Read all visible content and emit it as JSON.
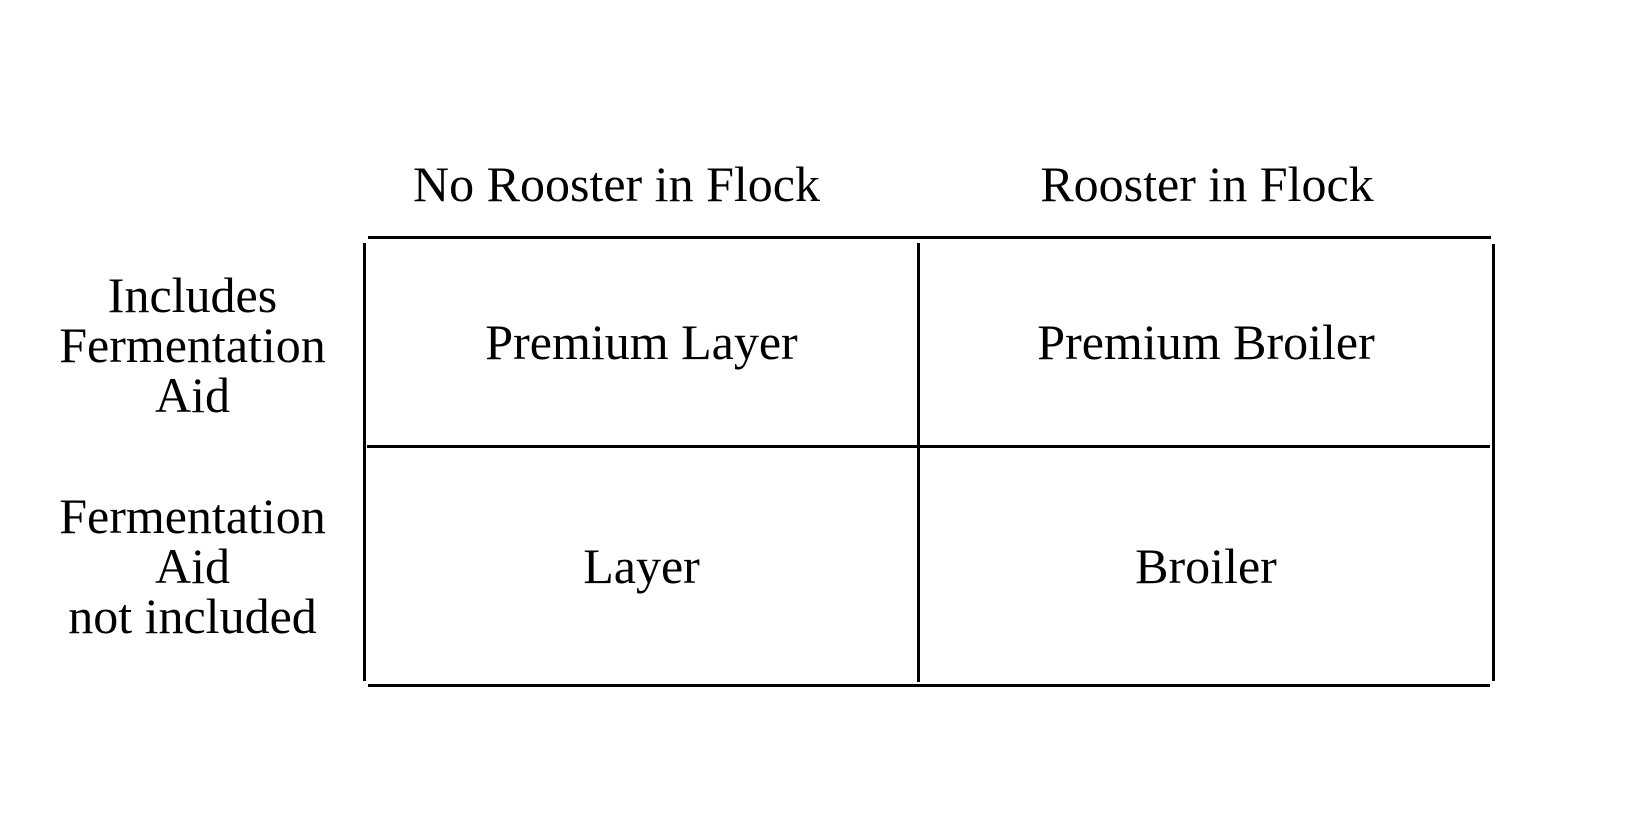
{
  "page": {
    "background_color": "#ffffff",
    "text_color": "#000000",
    "line_color": "#000000"
  },
  "matrix": {
    "column_headers": [
      "No Rooster in Flock",
      "Rooster in Flock"
    ],
    "row_headers": [
      {
        "lines": [
          "Includes",
          "Fermentation",
          "Aid"
        ]
      },
      {
        "lines": [
          "Fermentation",
          "Aid",
          "not included"
        ]
      }
    ],
    "cells": [
      [
        "Premium Layer",
        "Premium Broiler"
      ],
      [
        "Layer",
        "Broiler"
      ]
    ]
  }
}
